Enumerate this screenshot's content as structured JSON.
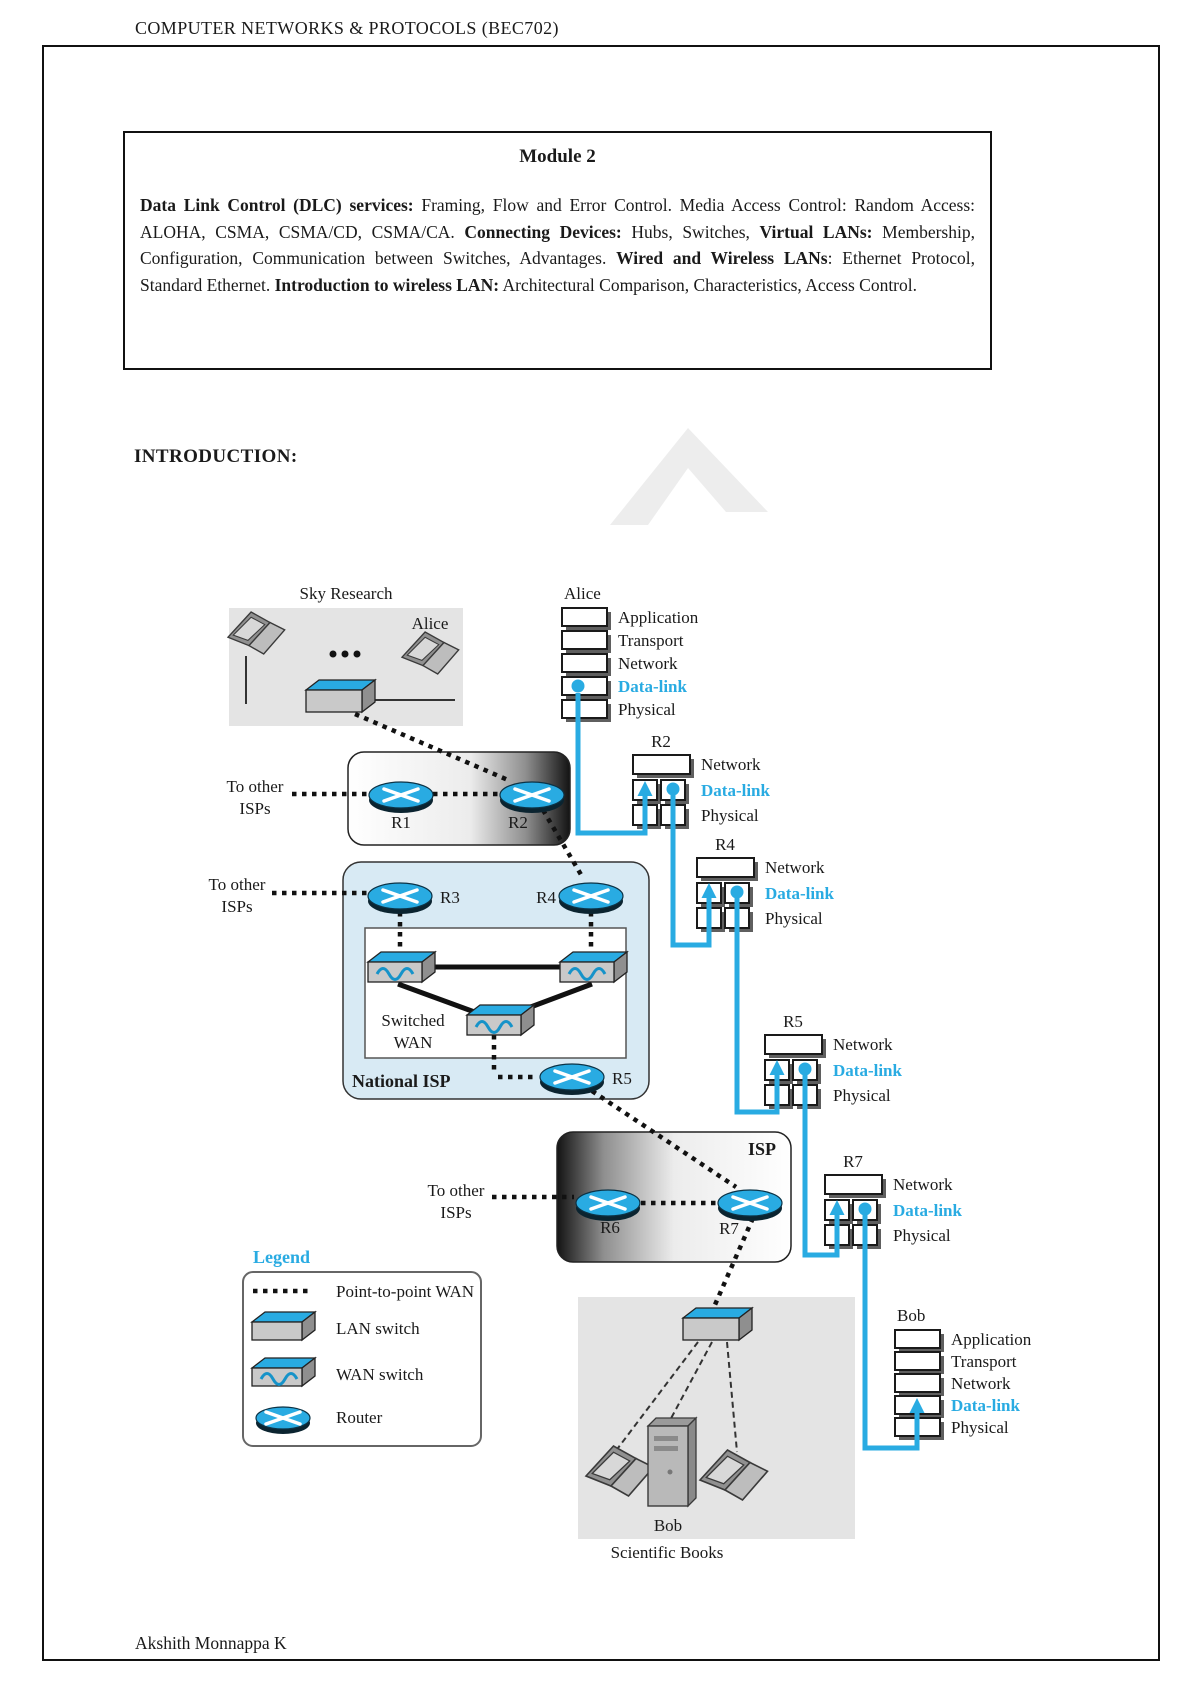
{
  "page": {
    "header": "COMPUTER NETWORKS & PROTOCOLS (BEC702)",
    "footer": "Akshith Monnappa K"
  },
  "module_box": {
    "title": "Module 2",
    "paragraph": [
      {
        "text": "Data Link Control (DLC) services:",
        "bold": true
      },
      {
        "text": " Framing, Flow and Error Control. Media Access Control: Random Access: ALOHA, CSMA, CSMA/CD, CSMA/CA. ",
        "bold": false
      },
      {
        "text": "Connecting Devices:",
        "bold": true
      },
      {
        "text": " Hubs, Switches, ",
        "bold": false
      },
      {
        "text": "Virtual LANs:",
        "bold": true
      },
      {
        "text": " Membership, Configuration, Communication between Switches, Advantages. ",
        "bold": false
      },
      {
        "text": "Wired and Wireless LANs",
        "bold": true
      },
      {
        "text": ": Ethernet Protocol, Standard Ethernet. ",
        "bold": false
      },
      {
        "text": "Introduction to wireless LAN:",
        "bold": true
      },
      {
        "text": " Architectural Comparison, Characteristics, Access Control.",
        "bold": false
      }
    ]
  },
  "section_heading": "INTRODUCTION:",
  "diagram": {
    "labels": {
      "sky_research": "Sky Research",
      "alice_node": "Alice",
      "to_other_isps": [
        "To other",
        "ISPs"
      ],
      "switched_wan": [
        "Switched",
        "WAN"
      ],
      "national_isp": "National ISP",
      "isp": "ISP",
      "bob_node": "Bob",
      "scientific_books": "Scientific Books"
    },
    "routers": [
      "R1",
      "R2",
      "R3",
      "R4",
      "R5",
      "R6",
      "R7"
    ],
    "stacks": {
      "alice": {
        "title": "Alice",
        "layers": [
          "Application",
          "Transport",
          "Network",
          "Data-link",
          "Physical"
        ]
      },
      "r2": {
        "title": "R2",
        "layers": [
          "Network",
          "Data-link",
          "Physical"
        ]
      },
      "r4": {
        "title": "R4",
        "layers": [
          "Network",
          "Data-link",
          "Physical"
        ]
      },
      "r5": {
        "title": "R5",
        "layers": [
          "Network",
          "Data-link",
          "Physical"
        ]
      },
      "r7": {
        "title": "R7",
        "layers": [
          "Network",
          "Data-link",
          "Physical"
        ]
      },
      "bob": {
        "title": "Bob",
        "layers": [
          "Application",
          "Transport",
          "Network",
          "Data-link",
          "Physical"
        ]
      }
    },
    "legend": {
      "title": "Legend",
      "items": [
        "Point-to-point WAN",
        "LAN switch",
        "WAN switch",
        "Router"
      ]
    },
    "colors": {
      "accent": "#29abe2",
      "national_isp_fill": "#d8eaf4",
      "lan_fill": "#e4e4e4"
    }
  }
}
